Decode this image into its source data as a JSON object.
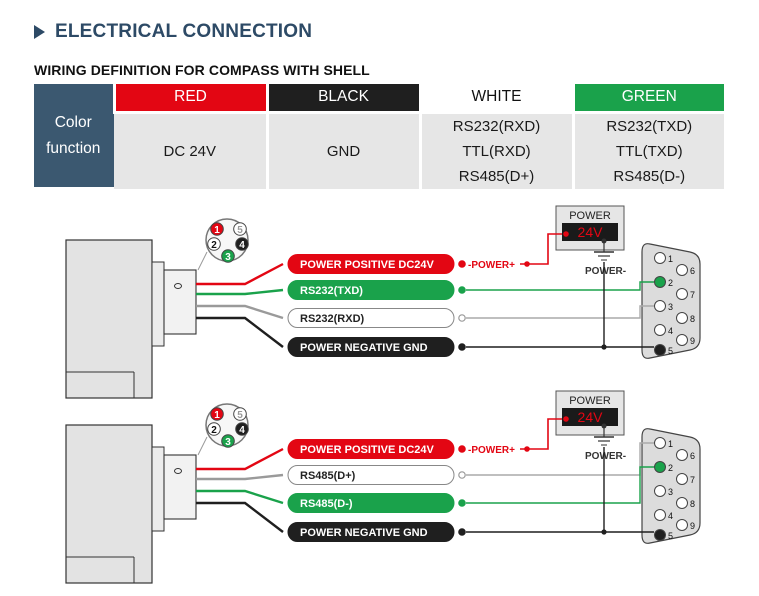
{
  "header": {
    "title": "ELECTRICAL CONNECTION"
  },
  "table": {
    "title": "WIRING DEFINITION FOR COMPASS WITH SHELL",
    "row_label_line1": "Color",
    "row_label_line2": "function",
    "columns": [
      {
        "color": "RED",
        "hex": "#e30613",
        "lines": [
          "DC 24V"
        ]
      },
      {
        "color": "BLACK",
        "hex": "#1f1f1f",
        "lines": [
          "GND"
        ]
      },
      {
        "color": "WHITE",
        "hex": "#ffffff",
        "lines": [
          "RS232(RXD)",
          "TTL(RXD)",
          "RS485(D+)"
        ]
      },
      {
        "color": "GREEN",
        "hex": "#1aa24b",
        "lines": [
          "RS232(TXD)",
          "TTL(TXD)",
          "RS485(D-)"
        ]
      }
    ]
  },
  "diagrams": [
    {
      "connector_pins": [
        "1",
        "2",
        "3",
        "4",
        "5"
      ],
      "wires": [
        {
          "label": "POWER POSITIVE DC24V",
          "color": "#e30613"
        },
        {
          "label": "RS232(TXD)",
          "color": "#1aa24b"
        },
        {
          "label": "RS232(RXD)",
          "color": "#ffffff"
        },
        {
          "label": "POWER NEGATIVE GND",
          "color": "#1f1f1f"
        }
      ],
      "power_plus": "-POWER+",
      "power_minus": "POWER-",
      "power_box": {
        "title": "POWER",
        "value": "24V"
      },
      "db9_pins": [
        "1",
        "2",
        "3",
        "4",
        "5",
        "6",
        "7",
        "8",
        "9"
      ]
    },
    {
      "connector_pins": [
        "1",
        "2",
        "3",
        "4",
        "5"
      ],
      "wires": [
        {
          "label": "POWER POSITIVE DC24V",
          "color": "#e30613"
        },
        {
          "label": "RS485(D+)",
          "color": "#ffffff"
        },
        {
          "label": "RS485(D-)",
          "color": "#1aa24b"
        },
        {
          "label": "POWER NEGATIVE GND",
          "color": "#1f1f1f"
        }
      ],
      "power_plus": "-POWER+",
      "power_minus": "POWER-",
      "power_box": {
        "title": "POWER",
        "value": "24V"
      },
      "db9_pins": [
        "1",
        "2",
        "3",
        "4",
        "5",
        "6",
        "7",
        "8",
        "9"
      ]
    }
  ]
}
